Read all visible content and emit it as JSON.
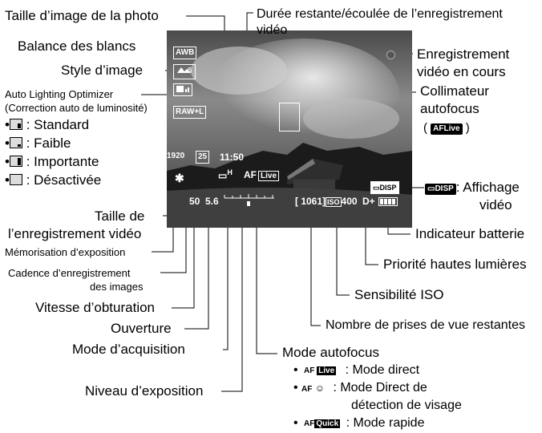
{
  "labels": {
    "taille_image": "Taille d’image de la photo",
    "balance": "Balance des blancs",
    "style": "Style d’image",
    "alo_1": "Auto Lighting Optimizer",
    "alo_2": "(Correction auto de luminosité)",
    "std": ": Standard",
    "faible": ": Faible",
    "importante": ": Importante",
    "desactivee": ": Désactivée",
    "taille_video_1": "Taille de",
    "taille_video_2": "l’enregistrement vidéo",
    "memo_expo": "Mémorisation d’exposition",
    "cadence_1": "Cadence d’enregistrement",
    "cadence_2": "des images",
    "vitesse": "Vitesse d’obturation",
    "ouverture": "Ouverture",
    "mode_acq": "Mode d’acquisition",
    "niveau_expo": "Niveau d’exposition",
    "duree_1": "Durée restante/écoulée de l’enregistrement",
    "duree_2": "vidéo",
    "enreg_1": "Enregistrement",
    "enreg_2": "vidéo en cours",
    "collim_1": "Collimateur",
    "collim_2": "autofocus",
    "collim_3a": "(",
    "collim_3b": ")",
    "affichage_1": ": Affichage",
    "affichage_2": "vidéo",
    "batterie": "Indicateur batterie",
    "priorite": "Priorité hautes lumières",
    "iso": "Sensibilité ISO",
    "prises": "Nombre de prises de vue restantes",
    "mode_af": "Mode autofocus",
    "af_direct": ": Mode direct",
    "af_visage_1": ": Mode Direct de",
    "af_visage_2": "détection de visage",
    "af_rapide": ": Mode rapide"
  },
  "icons": {
    "awb": "AWB",
    "raw": "RAW+L",
    "movie_size": "1920",
    "frame_rate": "25",
    "disp": "DISP",
    "af_prefix": "AF",
    "live": "Live",
    "quick": "Quick",
    "disp_inline": "DISP"
  },
  "hud": {
    "time": "11:50",
    "shutter": "50",
    "aperture": "5.6",
    "shots": "[ 1061]",
    "iso_badge": "ISO",
    "iso": "400",
    "d_plus": "D+",
    "drive": "H",
    "af": "AF",
    "af_live": "Live"
  }
}
